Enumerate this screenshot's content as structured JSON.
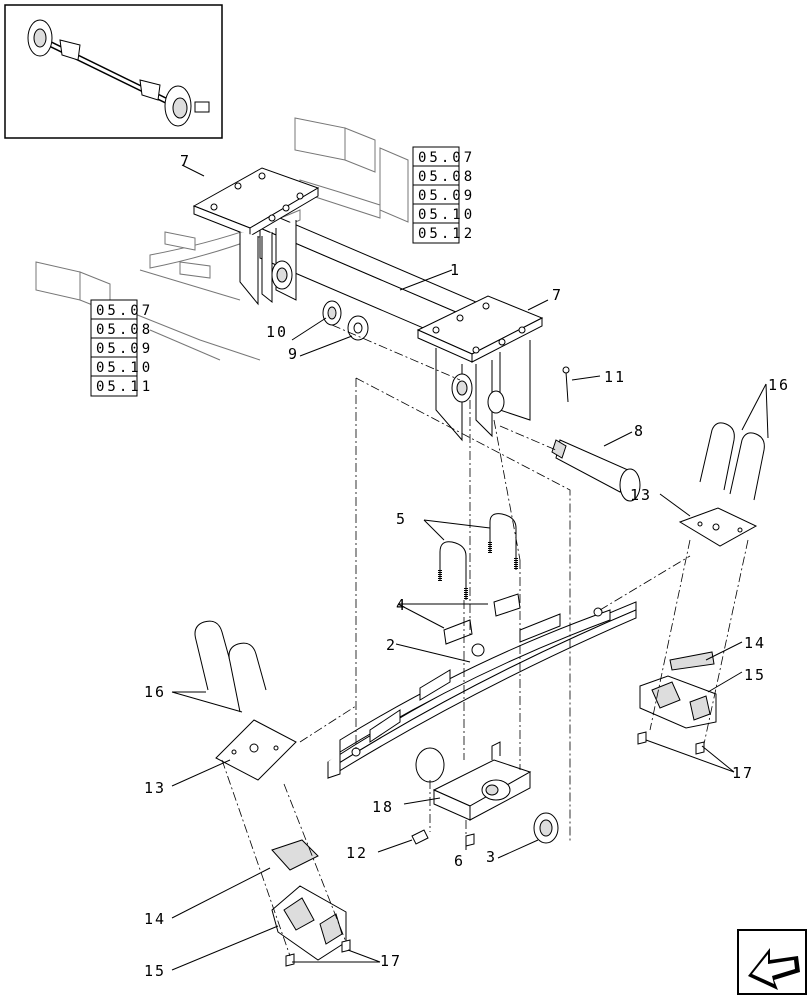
{
  "labels": {
    "l1": "1",
    "l2": "2",
    "l3": "3",
    "l4": "4",
    "l5": "5",
    "l6": "6",
    "l7a": "7",
    "l7b": "7",
    "l8": "8",
    "l9": "9",
    "l10": "10",
    "l11": "11",
    "l12": "12",
    "l13a": "13",
    "l13b": "13",
    "l14a": "14",
    "l14b": "14",
    "l15a": "15",
    "l15b": "15",
    "l16a": "16",
    "l16b": "16",
    "l17a": "17",
    "l17b": "17",
    "l18": "18"
  },
  "ref_group_right": [
    "05.07",
    "05.08",
    "05.09",
    "05.10",
    "05.12"
  ],
  "ref_group_left": [
    "05.07",
    "05.08",
    "05.09",
    "05.10",
    "05.11"
  ],
  "nav_icon": "next-page-arrow-icon"
}
